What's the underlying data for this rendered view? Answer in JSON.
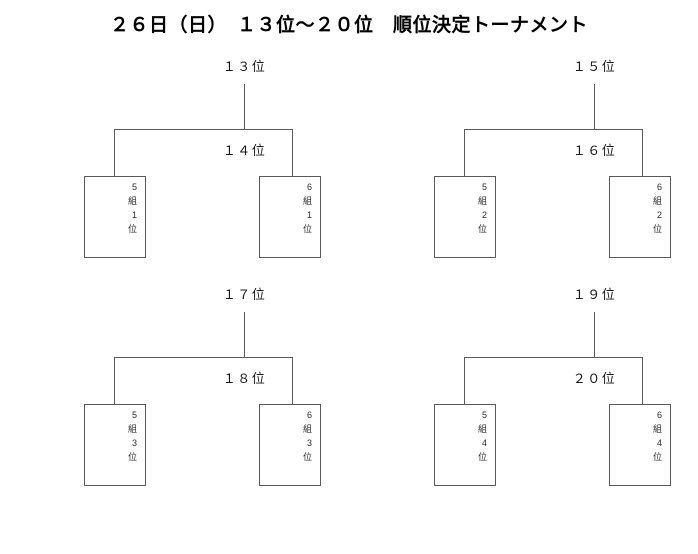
{
  "page": {
    "title": "２６日（日）　１３位～２０位　順位決定トーナメント"
  },
  "theme": {
    "line_color": "#5a5a5a",
    "text_color": "#1a1a1a",
    "background": "#ffffff"
  },
  "brackets": [
    {
      "id": "bracket-13-14",
      "top_label": "１３位",
      "mid_label": "１４位",
      "left_team": "5\n組\n1\n位",
      "right_team": "6\n組\n1\n位"
    },
    {
      "id": "bracket-15-16",
      "top_label": "１５位",
      "mid_label": "１６位",
      "left_team": "5\n組\n2\n位",
      "right_team": "6\n組\n2\n位"
    },
    {
      "id": "bracket-17-18",
      "top_label": "１７位",
      "mid_label": "１８位",
      "left_team": "5\n組\n3\n位",
      "right_team": "6\n組\n3\n位"
    },
    {
      "id": "bracket-19-20",
      "top_label": "１９位",
      "mid_label": "２０位",
      "left_team": "5\n組\n4\n位",
      "right_team": "6\n組\n4\n位"
    }
  ]
}
